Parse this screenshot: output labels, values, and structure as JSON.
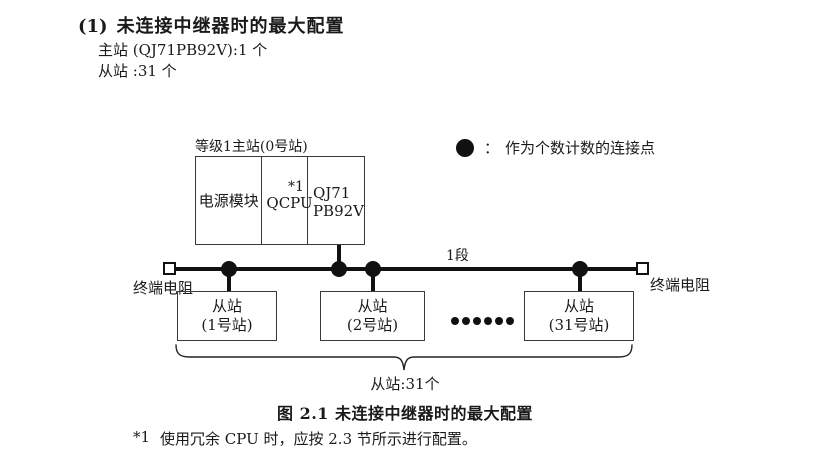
{
  "colors": {
    "ink": "#1a1a1a",
    "line": "#111111",
    "box_border": "#3a3a3a",
    "background": "#ffffff"
  },
  "header": {
    "item_number": "(1)",
    "title": "未连接中继器时的最大配置",
    "master_count_line": "主站 (QJ71PB92V):1 个",
    "slave_count_line": "从站 :31 个"
  },
  "legend": {
    "dot_icon": "filled-circle",
    "colon": "：",
    "text": "作为个数计数的连接点"
  },
  "diagram": {
    "master_station": {
      "label": "等级1主站(0号站)",
      "power_module": "电源模块",
      "cpu": "QCPU",
      "cpu_note": "*1",
      "pb92v_line1": "QJ71",
      "pb92v_line2": "PB92V"
    },
    "bus": {
      "segment_label": "1段",
      "left_terminator_label": "终端电阻",
      "right_terminator_label": "终端电阻",
      "connection_dot_count": 4
    },
    "slaves": {
      "s1": {
        "line1": "从站",
        "line2": "(1号站)"
      },
      "s2": {
        "line1": "从站",
        "line2": "(2号站)"
      },
      "s31": {
        "line1": "从站",
        "line2": "(31号站)"
      }
    },
    "ellipsis_dot_count": 6,
    "brace_label": "从站:31个"
  },
  "caption": "图 2.1 未连接中继器时的最大配置",
  "footnote": {
    "marker": "*1",
    "text": "使用冗余 CPU 时，应按 2.3 节所示进行配置。"
  }
}
